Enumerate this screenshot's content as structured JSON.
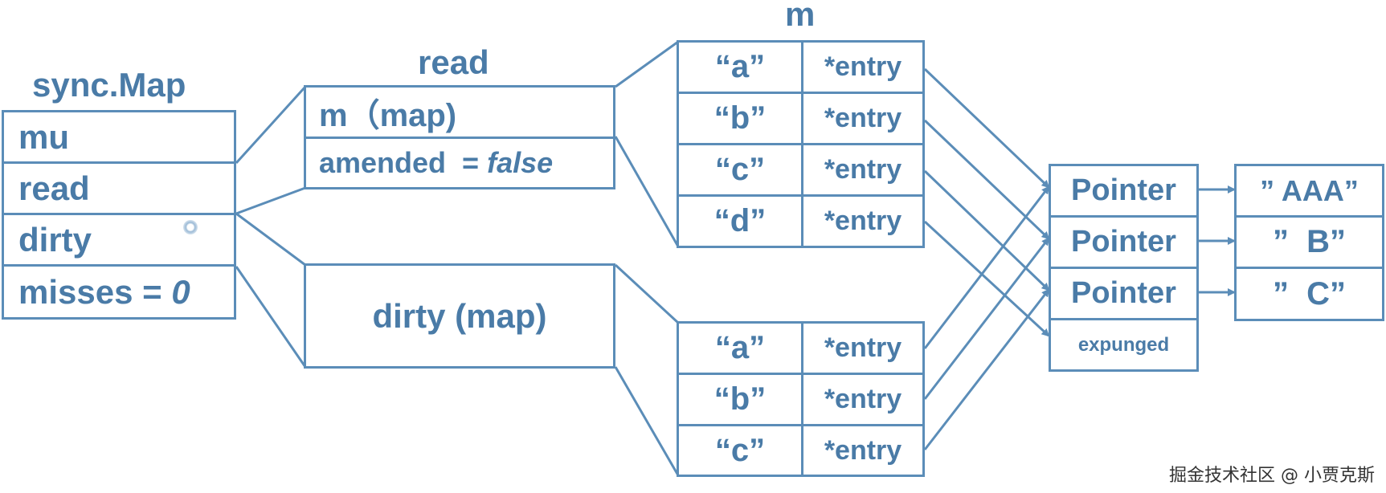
{
  "syncmap": {
    "title": "sync.Map",
    "fields": {
      "mu": "mu",
      "read": "read",
      "dirty": "dirty",
      "misses_label": "misses = ",
      "misses_value": "0"
    }
  },
  "readstruct": {
    "title": "read",
    "m_label": "m（map)",
    "amended_label": "amended  = ",
    "amended_value": "false"
  },
  "dirty": {
    "label": "dirty (map)"
  },
  "read_map": {
    "title": "m",
    "entries": [
      {
        "key": "“a”",
        "value": "*entry"
      },
      {
        "key": "“b”",
        "value": "*entry"
      },
      {
        "key": "“c”",
        "value": "*entry"
      },
      {
        "key": "“d”",
        "value": "*entry"
      }
    ]
  },
  "dirty_map": {
    "entries": [
      {
        "key": "“a”",
        "value": "*entry"
      },
      {
        "key": "“b”",
        "value": "*entry"
      },
      {
        "key": "“c”",
        "value": "*entry"
      }
    ]
  },
  "pointers": {
    "items": [
      "Pointer",
      "Pointer",
      "Pointer",
      "expunged"
    ]
  },
  "values": {
    "items": [
      "” AAA”",
      "”  B”",
      "”  C”"
    ]
  },
  "watermark": "掘金技术社区 @ 小贾克斯",
  "colors": {
    "stroke": "#5b8db8",
    "text": "#4a7ba7"
  }
}
